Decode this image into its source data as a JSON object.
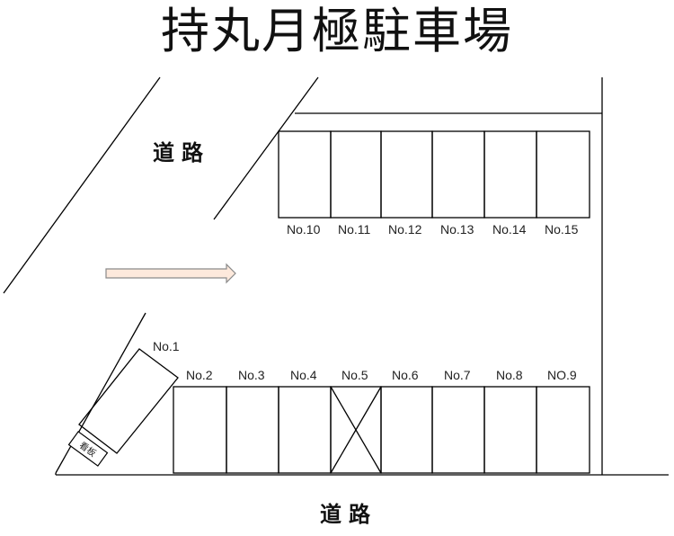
{
  "title": "持丸月極駐車場",
  "roads": {
    "upper_left": "道路",
    "bottom": "道路"
  },
  "signboard": "看板",
  "slots_top": [
    "No.10",
    "No.11",
    "No.12",
    "No.13",
    "No.14",
    "No.15"
  ],
  "slots_bottom": [
    "No.2",
    "No.3",
    "No.4",
    "No.5",
    "No.6",
    "No.7",
    "No.8",
    "NO.9"
  ],
  "slot_angled": "No.1",
  "unavailable_slot": "No.5",
  "colors": {
    "arrow_fill": "#fde9dc",
    "arrow_stroke": "#8a8a8a",
    "lines": "#000000"
  }
}
